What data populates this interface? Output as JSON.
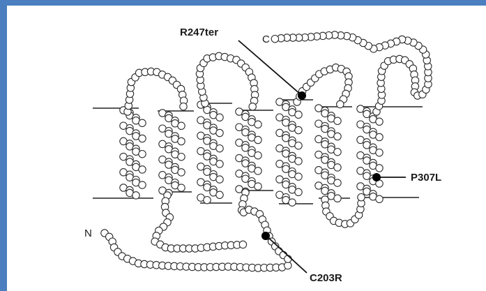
{
  "diagram": {
    "terminals": {
      "n": "N",
      "c": "C"
    },
    "mutations": [
      {
        "id": "r247ter",
        "label": "R247ter"
      },
      {
        "id": "p307l",
        "label": "P307L"
      },
      {
        "id": "c203r",
        "label": "C203R"
      }
    ],
    "helix_count": 7,
    "colors": {
      "frame": "#4b7fbf",
      "residue_stroke": "#2a2a2a",
      "mutation_dot": "#000000",
      "membrane_line": "#222222"
    }
  }
}
